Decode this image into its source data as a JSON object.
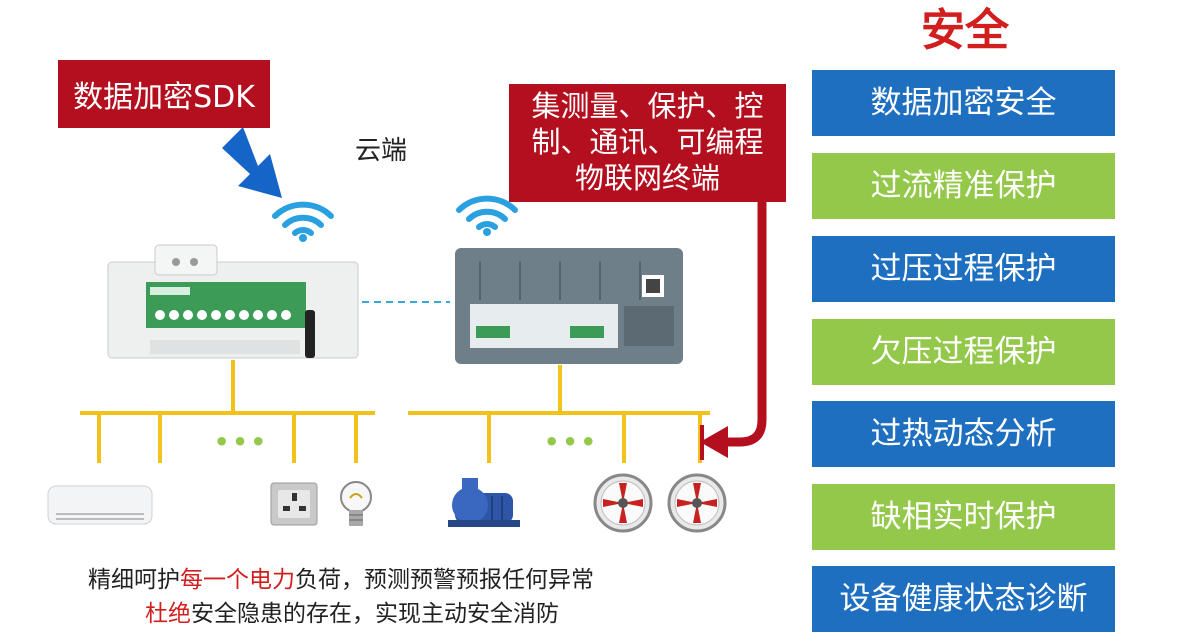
{
  "title": "安全",
  "sdk_label": "数据加密SDK",
  "cloud_label": "云端",
  "terminal_lines": [
    "集测量、保护、控",
    "制、通讯、可编程",
    "物联网终端"
  ],
  "features": [
    {
      "label": "数据加密安全",
      "color": "blue"
    },
    {
      "label": "过流精准保护",
      "color": "green"
    },
    {
      "label": "过压过程保护",
      "color": "blue"
    },
    {
      "label": "欠压过程保护",
      "color": "green"
    },
    {
      "label": "过热动态分析",
      "color": "blue"
    },
    {
      "label": "缺相实时保护",
      "color": "green"
    },
    {
      "label": "设备健康状态诊断",
      "color": "blue"
    }
  ],
  "caption1": {
    "pre": "精细呵护",
    "highlight": "每一个电力",
    "post": "负荷，预测预警预报任何异常"
  },
  "caption2": {
    "highlight": "杜绝",
    "post": "安全隐患的存在，实现主动安全消防"
  },
  "ellipsis": "•••",
  "colors": {
    "accent_red": "#d11e1e",
    "box_red": "#b40f1e",
    "blue": "#1f6fc0",
    "green": "#93c84a",
    "bus_yellow": "#f2c21a"
  },
  "icons": [
    "arrow-icon",
    "wifi-icon",
    "wifi-icon",
    "air-conditioner-icon",
    "wall-socket-icon",
    "light-bulb-icon",
    "water-pump-icon",
    "exhaust-fan-icon",
    "exhaust-fan-icon"
  ]
}
